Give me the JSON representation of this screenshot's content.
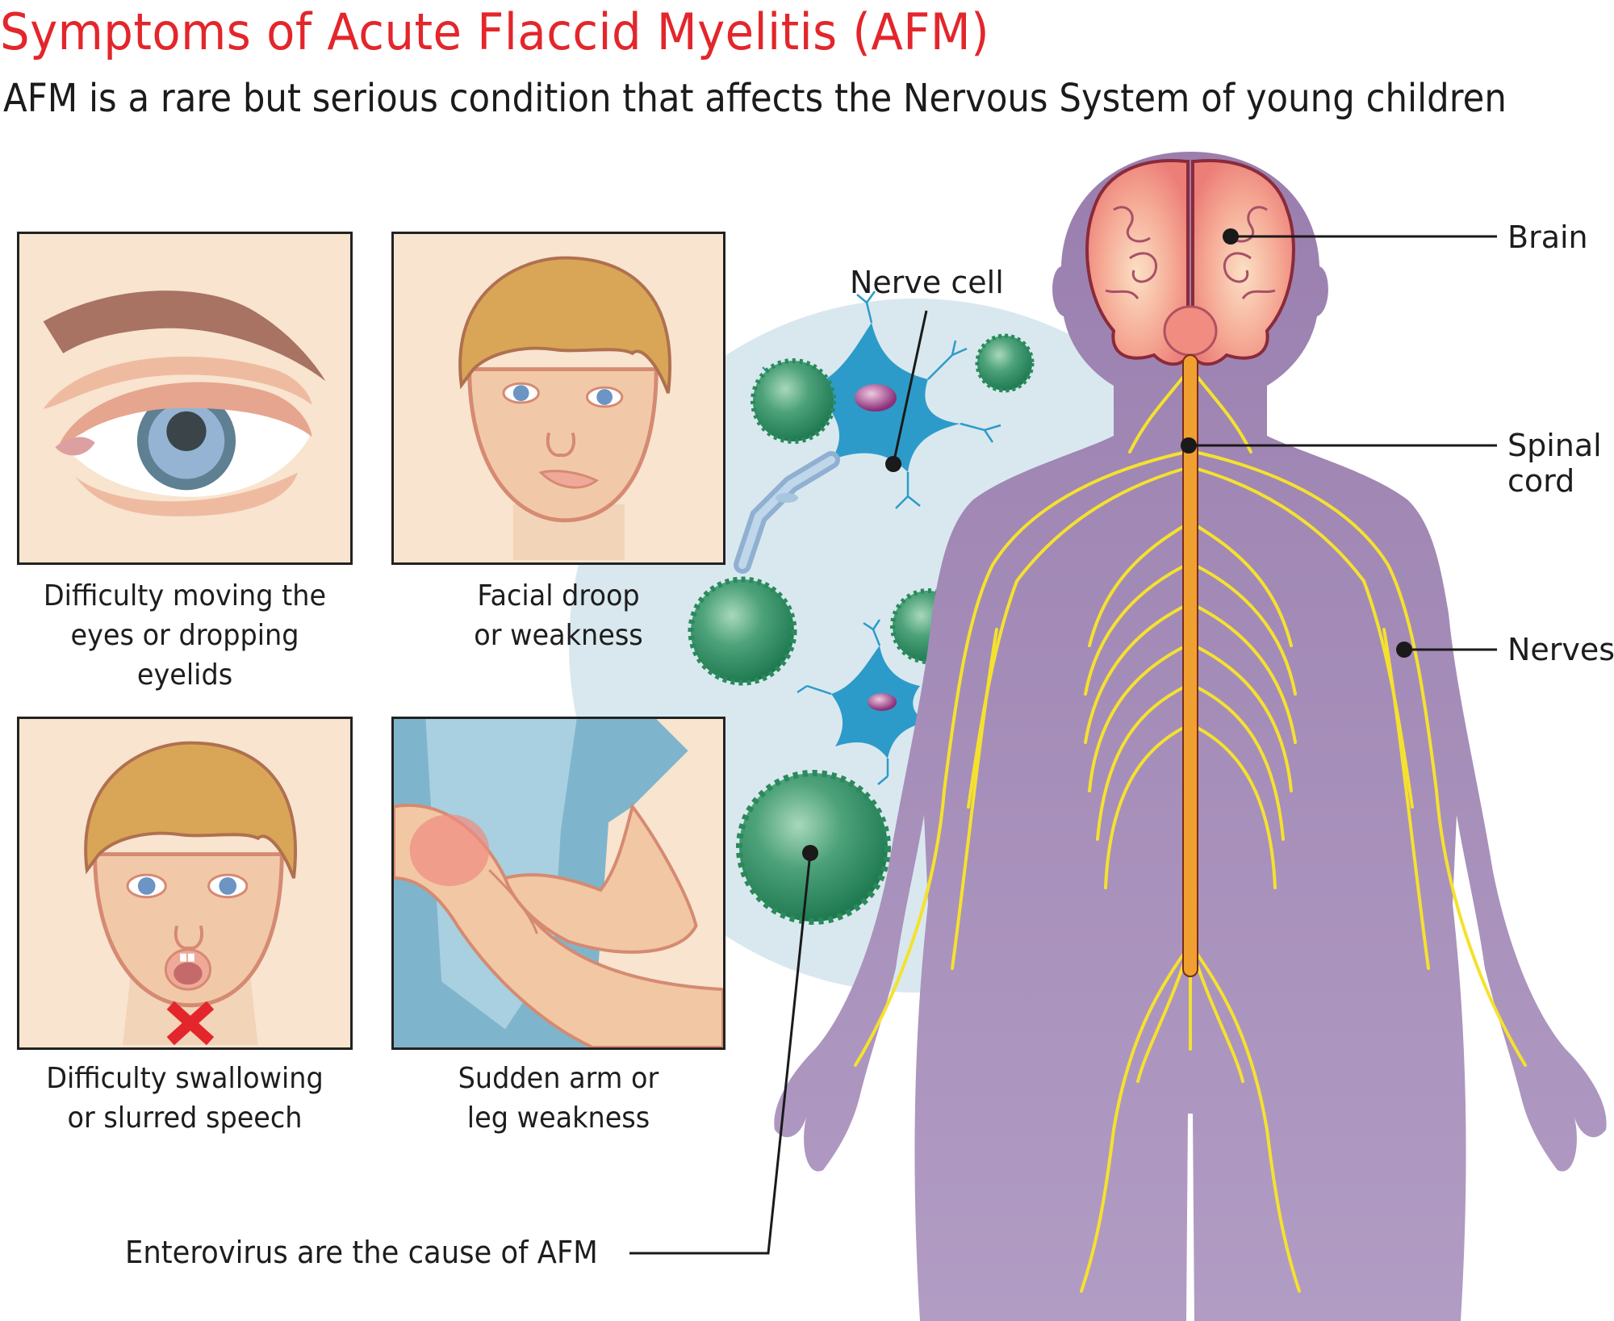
{
  "header": {
    "title": "Symptoms of Acute Flaccid Myelitis (AFM)",
    "subtitle": "AFM is a rare but serious condition that affects the Nervous System of young children"
  },
  "symptoms": [
    {
      "icon": "drooping-eyelid-illustration",
      "caption_lines": [
        "Difficulty moving the",
        "eyes or dropping",
        "eyelids"
      ]
    },
    {
      "icon": "facial-droop-illustration",
      "caption_lines": [
        "Facial droop",
        "or weakness"
      ]
    },
    {
      "icon": "swallowing-difficulty-illustration",
      "caption_lines": [
        "Difficulty swallowing",
        "or slurred speech"
      ]
    },
    {
      "icon": "arm-weakness-illustration",
      "caption_lines": [
        "Sudden arm or",
        "leg weakness"
      ]
    }
  ],
  "diagram": {
    "nerve_cell_label": "Nerve cell",
    "enterovirus_label": "Enterovirus are the cause of AFM",
    "body_labels": {
      "brain": "Brain",
      "spinal_cord_line1": "Spinal",
      "spinal_cord_line2": "cord",
      "nerves": "Nerves"
    }
  },
  "colors": {
    "title_red": "#e3262b",
    "panel_bg": "#f8e4cf",
    "body_purple": "#9e82b0",
    "nerve_yellow": "#f5e12e",
    "spinal_orange": "#f0a030",
    "brain_pink": "#f08c80",
    "circle_blue": "#d9e8ef",
    "virus_green": "#3c9468",
    "neuron_blue": "#2d9bc9"
  }
}
